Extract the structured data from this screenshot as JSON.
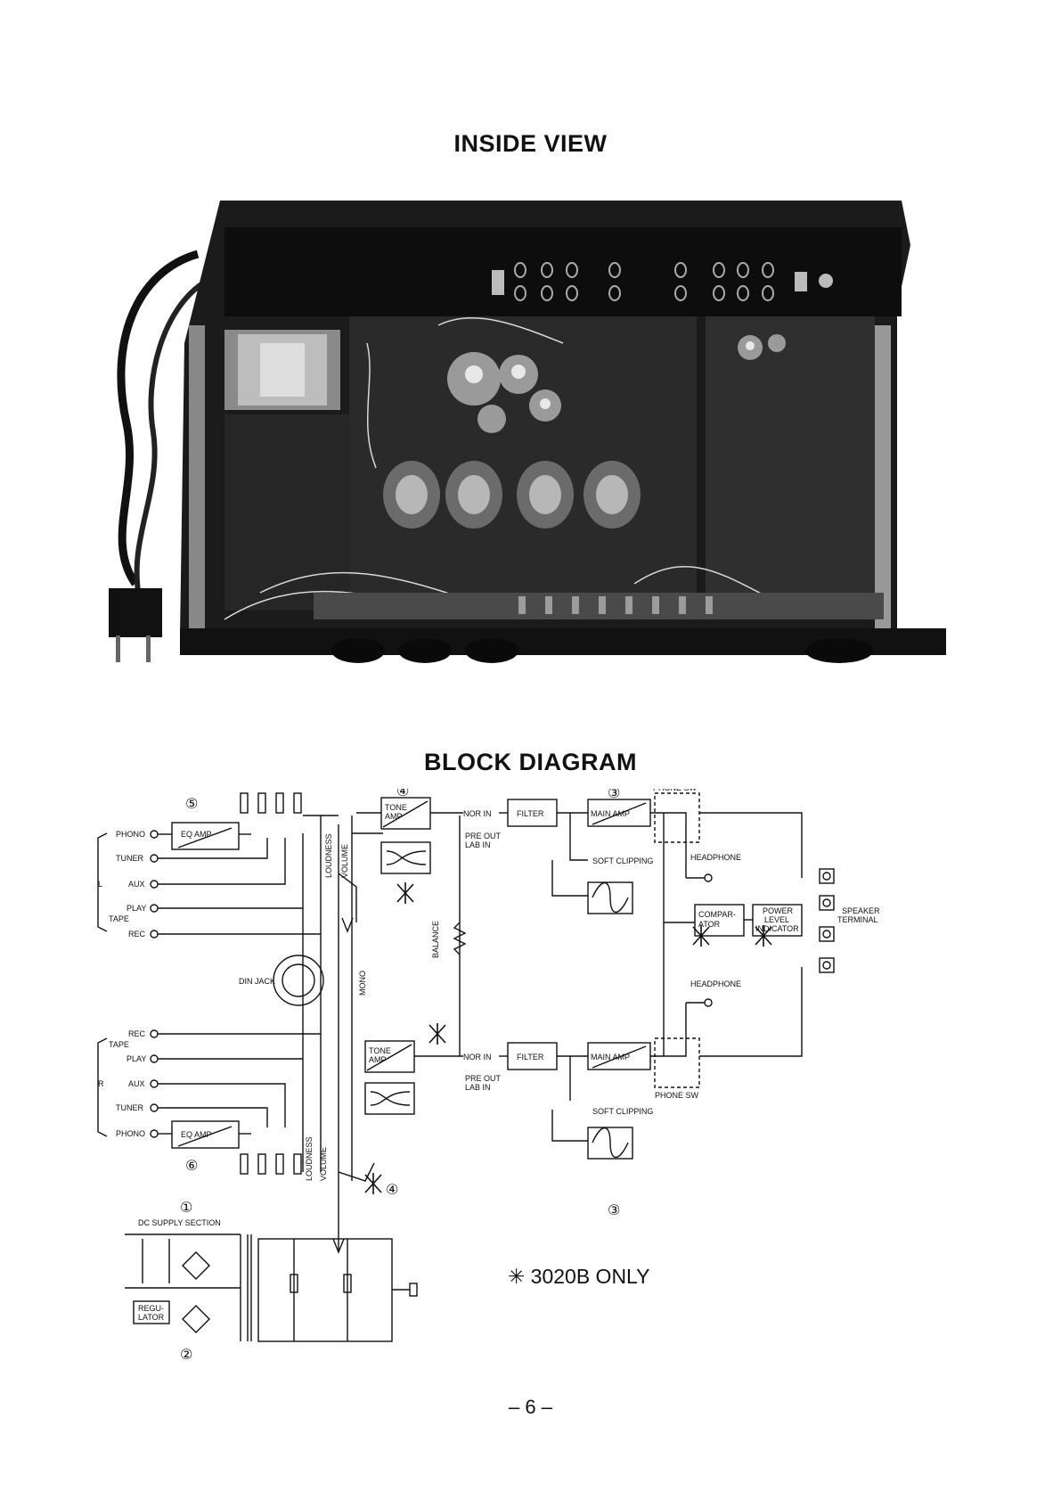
{
  "page": {
    "title1": "INSIDE VIEW",
    "title2": "BLOCK DIAGRAM",
    "page_number": "– 6 –"
  },
  "photo": {
    "caption": ""
  },
  "diagram": {
    "inputs_l": [
      "PHONO",
      "TUNER",
      "AUX",
      "PLAY",
      "REC"
    ],
    "inputs_r": [
      "REC",
      "PLAY",
      "AUX",
      "TUNER",
      "PHONO"
    ],
    "tape": "TAPE",
    "side_l": "L",
    "side_r": "R",
    "eq_amp": "EQ AMP",
    "tone_amp_1": "TONE",
    "tone_amp_2": "AMP",
    "filter": "FILTER",
    "main_amp": "MAIN AMP",
    "nor_in": "NOR IN",
    "pre_out_1": "PRE OUT",
    "pre_out_2": "LAB IN",
    "soft_clipping": "SOFT CLIPPING",
    "phone_sw": "PHONE SW",
    "headphone": "HEADPHONE",
    "comparator_1": "COMPAR-",
    "comparator_2": "ATOR",
    "power_1": "POWER",
    "power_2": "LEVEL",
    "power_3": "INDICATOR",
    "speaker_1": "SPEAKER",
    "speaker_2": "TERMINAL",
    "din_jack": "DIN JACK",
    "mono": "MONO",
    "balance": "BALANCE",
    "loudness": "LOUDNESS",
    "volume": "VOLUME",
    "dc_supply": "DC SUPPLY SECTION",
    "regulator_1": "REGU-",
    "regulator_2": "LATOR",
    "note": "✳ 3020B ONLY",
    "circled": [
      "①",
      "②",
      "③",
      "④",
      "⑤",
      "⑥"
    ]
  }
}
